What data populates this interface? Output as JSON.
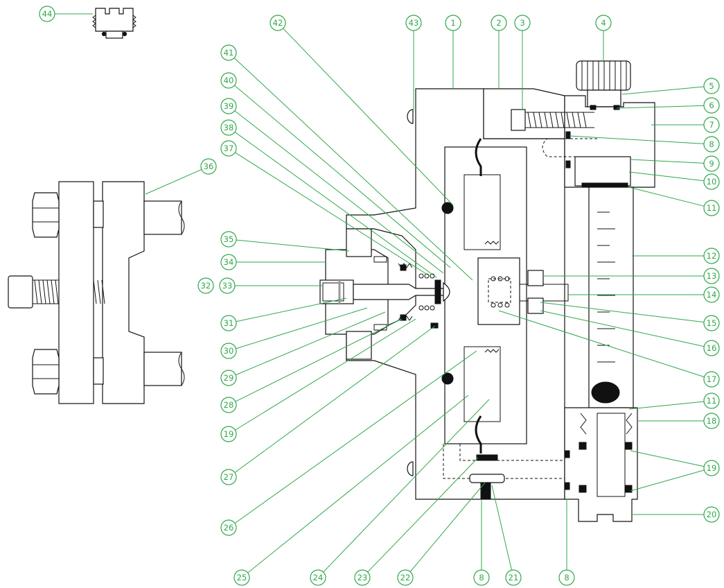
{
  "callouts": [
    {
      "id": "c44",
      "label": "44"
    },
    {
      "id": "c42",
      "label": "42"
    },
    {
      "id": "c43",
      "label": "43"
    },
    {
      "id": "c1",
      "label": "1"
    },
    {
      "id": "c2",
      "label": "2"
    },
    {
      "id": "c3",
      "label": "3"
    },
    {
      "id": "c4",
      "label": "4"
    },
    {
      "id": "c41",
      "label": "41"
    },
    {
      "id": "c5",
      "label": "5"
    },
    {
      "id": "c40",
      "label": "40"
    },
    {
      "id": "c6",
      "label": "6"
    },
    {
      "id": "c39",
      "label": "39"
    },
    {
      "id": "c7",
      "label": "7"
    },
    {
      "id": "c38",
      "label": "38"
    },
    {
      "id": "c8a",
      "label": "8"
    },
    {
      "id": "c37",
      "label": "37"
    },
    {
      "id": "c9",
      "label": "9"
    },
    {
      "id": "c36",
      "label": "36"
    },
    {
      "id": "c10",
      "label": "10"
    },
    {
      "id": "c11a",
      "label": "11"
    },
    {
      "id": "c35",
      "label": "35"
    },
    {
      "id": "c12",
      "label": "12"
    },
    {
      "id": "c34",
      "label": "34"
    },
    {
      "id": "c32",
      "label": "32"
    },
    {
      "id": "c33",
      "label": "33"
    },
    {
      "id": "c13",
      "label": "13"
    },
    {
      "id": "c14",
      "label": "14"
    },
    {
      "id": "c31",
      "label": "31"
    },
    {
      "id": "c15",
      "label": "15"
    },
    {
      "id": "c30",
      "label": "30"
    },
    {
      "id": "c16",
      "label": "16"
    },
    {
      "id": "c29",
      "label": "29"
    },
    {
      "id": "c17",
      "label": "17"
    },
    {
      "id": "c28",
      "label": "28"
    },
    {
      "id": "c11b",
      "label": "11"
    },
    {
      "id": "c18",
      "label": "18"
    },
    {
      "id": "c19a",
      "label": "19"
    },
    {
      "id": "c19b",
      "label": "19"
    },
    {
      "id": "c27",
      "label": "27"
    },
    {
      "id": "c20",
      "label": "20"
    },
    {
      "id": "c26",
      "label": "26"
    },
    {
      "id": "c25",
      "label": "25"
    },
    {
      "id": "c24",
      "label": "24"
    },
    {
      "id": "c23",
      "label": "23"
    },
    {
      "id": "c22",
      "label": "22"
    },
    {
      "id": "c8b",
      "label": "8"
    },
    {
      "id": "c21",
      "label": "21"
    },
    {
      "id": "c8c",
      "label": "8"
    }
  ],
  "colors": {
    "callout": "#2ea84a",
    "line": "#111111",
    "background": "#ffffff"
  }
}
